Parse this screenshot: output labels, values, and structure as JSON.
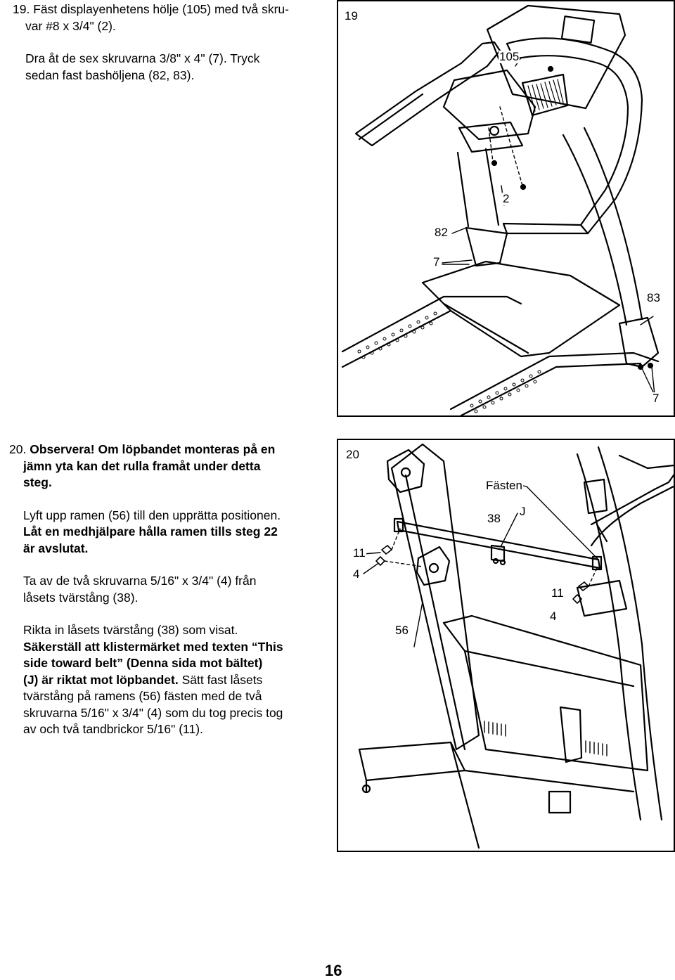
{
  "step19": {
    "line1": "19. Fäst displayenhetens hölje (105) med två skru-",
    "line2": "var #8 x 3/4\" (2).",
    "line3": "Dra åt de sex skruvarna 3/8\" x 4\" (7). Tryck",
    "line4": "sedan fast bashöljena (82, 83)."
  },
  "step20": {
    "p1_lead": "20. ",
    "p1_bold1": "Observera!",
    "p1_rest1": " Om löpbandet monteras på en",
    "p1_line2": "jämn yta kan det rulla framåt under detta",
    "p1_line3": "steg.",
    "p2_line1": "Lyft upp ramen (56) till den upprätta positionen.",
    "p2_line2": "Låt en medhjälpare hålla ramen tills steg 22",
    "p2_line3": "är avslutat.",
    "p3_line1": "Ta av de två skruvarna 5/16\" x 3/4\" (4) från",
    "p3_line2": "låsets tvärstång (38).",
    "p4_line1": "Rikta in låsets tvärstång (38) som visat.",
    "p4_line2": "Säkerställ att klistermärket med texten “This",
    "p4_line3": "side toward belt” (Denna sida mot bältet)",
    "p4_line4_bold": "(J) är riktat mot löpbandet.",
    "p4_line4_rest": " Sätt fast låsets",
    "p4_line5": "tvärstång på ramens (56) fästen med de två",
    "p4_line6": "skruvarna 5/16\" x 3/4\" (4) som du tog precis tog",
    "p4_line7": "av och två tandbrickor 5/16\" (11)."
  },
  "figure19": {
    "step_number": "19",
    "labels": {
      "l105": "105",
      "l2": "2",
      "l82": "82",
      "l7a": "7",
      "l83": "83",
      "l7b": "7"
    }
  },
  "figure20": {
    "step_number": "20",
    "labels": {
      "fasten": "Fästen",
      "l38": "38",
      "lJ": "J",
      "l11a": "11",
      "l4a": "4",
      "l11b": "11",
      "l4b": "4",
      "l56": "56"
    }
  },
  "page_number": "16"
}
